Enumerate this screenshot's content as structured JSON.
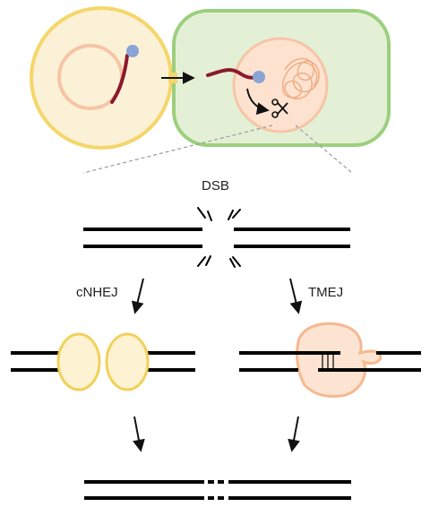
{
  "labels": {
    "dsb": "DSB",
    "left_pathway": "cNHEJ",
    "right_pathway": "TMEJ"
  },
  "colors": {
    "agro_cell_fill": "#fbf1d6",
    "agro_cell_stroke": "#f5d66a",
    "plant_cell_fill": "#e3f0d6",
    "plant_cell_stroke": "#9ccf7d",
    "nucleus_fill": "#fde3cf",
    "nucleus_stroke": "#f6c5a6",
    "tdna": "#8b1a2b",
    "protein_dot": "#8aa4d6",
    "dna_strand": "#000000",
    "ku_fill": "#fdf3d3",
    "ku_stroke": "#f2d05a",
    "pol_theta_fill": "#fde4d2",
    "pol_theta_stroke": "#f6b88f"
  },
  "icons": [
    "scissors-icon",
    "arrow-icon",
    "break-mark-icon"
  ]
}
